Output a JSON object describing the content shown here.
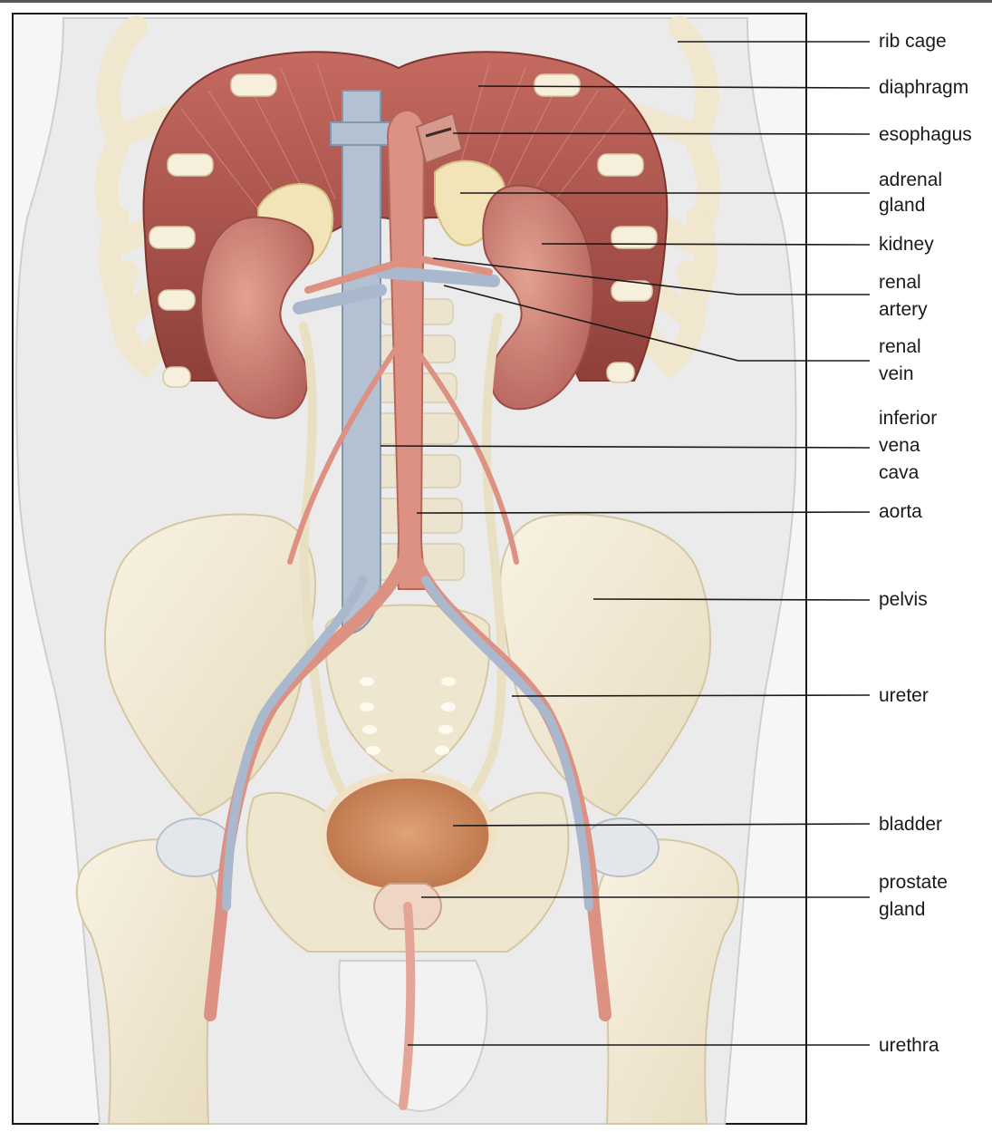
{
  "labels": {
    "rib_cage": "rib cage",
    "diaphragm": "diaphragm",
    "esophagus": "esophagus",
    "adrenal_gland": [
      "adrenal",
      "gland"
    ],
    "kidney": "kidney",
    "renal_artery": [
      "renal",
      "artery"
    ],
    "renal_vein": [
      "renal",
      "vein"
    ],
    "inferior_vena_cava": [
      "inferior",
      "vena",
      "cava"
    ],
    "aorta": "aorta",
    "pelvis": "pelvis",
    "ureter": "ureter",
    "bladder": "bladder",
    "prostate_gland": [
      "prostate",
      "gland"
    ],
    "urethra": "urethra"
  },
  "colors": {
    "body_fill": "#ededed",
    "bone": "#f3ecd9",
    "bone_shade": "#e6dcc2",
    "muscle": "#b0564f",
    "kidney": "#c97a6c",
    "artery": "#d98a7c",
    "vein": "#a9b8cc",
    "adrenal": "#f1e3b4",
    "ureter": "#ece3c8",
    "bladder": "#c8835a"
  }
}
